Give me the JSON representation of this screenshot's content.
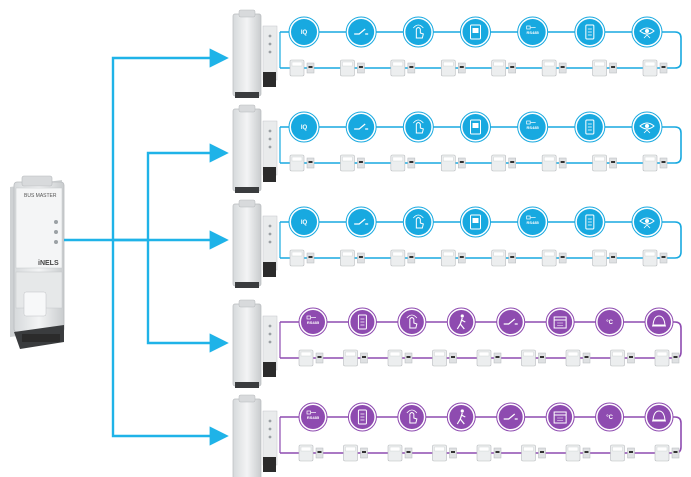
{
  "colors": {
    "connector": "#1fb3e8",
    "blue_bus": "#18a9e0",
    "purple_bus": "#8e4bb0",
    "device_body": "#eceeef",
    "device_dark": "#2b2b2b"
  },
  "master_unit": {
    "model_label": "BUS MASTER",
    "brand_label": "iNELS"
  },
  "rows": [
    {
      "bus": "blue",
      "icons": [
        "iq-dimmer-icon",
        "switch-icon",
        "touch-hand-icon",
        "display-panel-icon",
        "rs485-icon",
        "wall-control-icon",
        "eye-sensor-icon"
      ],
      "icon_texts": [
        "IQ",
        "",
        "",
        "",
        "RS485",
        "",
        ""
      ]
    },
    {
      "bus": "blue",
      "icons": [
        "iq-dimmer-icon",
        "switch-icon",
        "touch-hand-icon",
        "display-panel-icon",
        "rs485-icon",
        "wall-control-icon",
        "eye-sensor-icon"
      ],
      "icon_texts": [
        "IQ",
        "",
        "",
        "",
        "RS485",
        "",
        ""
      ]
    },
    {
      "bus": "blue",
      "icons": [
        "iq-dimmer-icon",
        "switch-icon",
        "touch-hand-icon",
        "display-panel-icon",
        "rs485-icon",
        "wall-control-icon",
        "eye-sensor-icon"
      ],
      "icon_texts": [
        "IQ",
        "",
        "",
        "",
        "RS485",
        "",
        ""
      ]
    },
    {
      "bus": "purple",
      "icons": [
        "rs485-icon",
        "wall-control-icon",
        "touch-hand-icon",
        "motion-sensor-icon",
        "switch-icon",
        "calendar-icon",
        "temperature-icon",
        "bell-icon"
      ],
      "icon_texts": [
        "RS485",
        "",
        "",
        "",
        "",
        "",
        "°C",
        ""
      ]
    },
    {
      "bus": "purple",
      "icons": [
        "rs485-icon",
        "wall-control-icon",
        "touch-hand-icon",
        "motion-sensor-icon",
        "switch-icon",
        "calendar-icon",
        "temperature-icon",
        "bell-icon"
      ],
      "icon_texts": [
        "RS485",
        "",
        "",
        "",
        "",
        "",
        "°C",
        ""
      ]
    }
  ]
}
